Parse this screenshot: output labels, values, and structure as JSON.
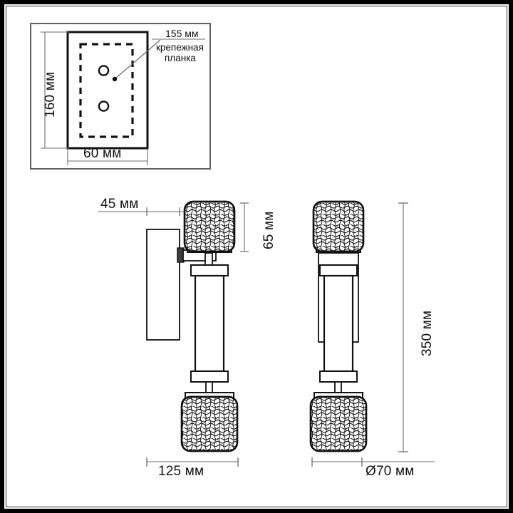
{
  "drawing": {
    "title": "Wall sconce technical dimension drawing",
    "units": "мм",
    "line_color": "#1a1a1a",
    "dim_line_color": "#6b6b6b",
    "background": "#ffffff",
    "frame_color": "#000000"
  },
  "detail_box": {
    "name": "mounting-plate-detail",
    "dimensions": {
      "height_label": "160 мм",
      "width_label": "60 мм"
    },
    "callout": {
      "value_label": "155 мм",
      "description_line1": "крепежная",
      "description_line2": "планка"
    },
    "holes": 2
  },
  "side_view": {
    "name": "side-elevation",
    "dimensions": {
      "projection_label": "45 мм",
      "shade_height_label": "65 мм",
      "width_label": "125 мм"
    }
  },
  "front_view": {
    "name": "front-elevation",
    "dimensions": {
      "total_height_label": "350 мм",
      "diameter_label": "Ø70 мм"
    }
  }
}
